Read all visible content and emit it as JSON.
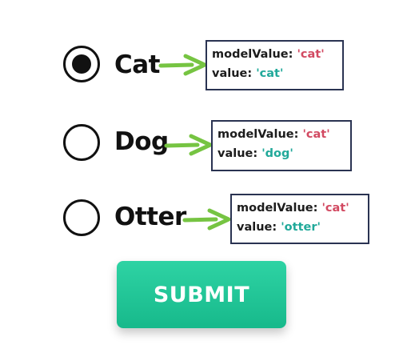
{
  "options": [
    {
      "label": "Cat",
      "selected": true,
      "model_key": "modelValue:",
      "model_value": "'cat'",
      "value_key": "value:",
      "value_value": "'cat'"
    },
    {
      "label": "Dog",
      "selected": false,
      "model_key": "modelValue:",
      "model_value": "'cat'",
      "value_key": "value:",
      "value_value": "'dog'"
    },
    {
      "label": "Otter",
      "selected": false,
      "model_key": "modelValue:",
      "model_value": "'cat'",
      "value_key": "value:",
      "value_value": "'otter'"
    }
  ],
  "submit": {
    "label": "SUBMIT"
  },
  "colors": {
    "string_value": "#d24a62",
    "value_value": "#21a99a",
    "arrow": "#76c442",
    "button": "#1fc595",
    "box_border": "#2a3352"
  }
}
